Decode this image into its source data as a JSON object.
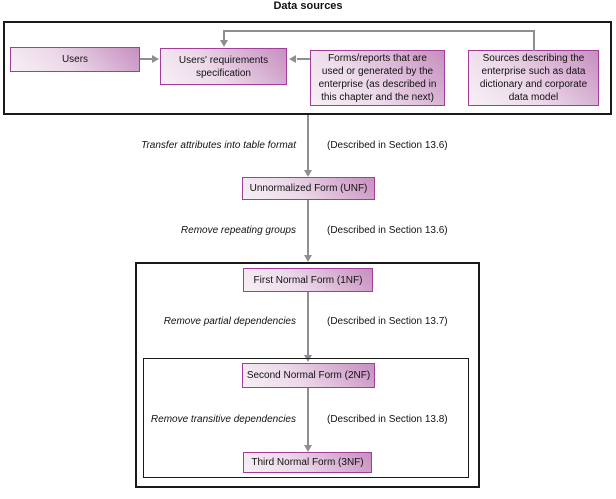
{
  "title": "Data sources",
  "boxes": {
    "users": "Users",
    "requirements": "Users' requirements\nspecification",
    "forms": "Forms/reports that are\nused or generated by the\nenterprise (as described in\nthis chapter and the next)",
    "sources": "Sources describing the\nenterprise such as data\ndictionary and corporate\ndata model",
    "unf": "Unnormalized Form (UNF)",
    "nf1": "First Normal Form (1NF)",
    "nf2": "Second Normal Form (2NF)",
    "nf3": "Third Normal Form (3NF)"
  },
  "steps": [
    {
      "action": "Transfer attributes into table format",
      "ref": "(Described in Section 13.6)"
    },
    {
      "action": "Remove repeating groups",
      "ref": "(Described in Section 13.6)"
    },
    {
      "action": "Remove partial dependencies",
      "ref": "(Described in Section 13.7)"
    },
    {
      "action": "Remove transitive dependencies",
      "ref": "(Described in Section 13.8)"
    }
  ],
  "colors": {
    "box_border": "#a23e99",
    "box_fill_dark": "#c78fc0",
    "box_fill_light": "#f7f0f5",
    "container_border": "#1a1a1a",
    "arrow": "#8f8f8f",
    "text": "#111111"
  }
}
